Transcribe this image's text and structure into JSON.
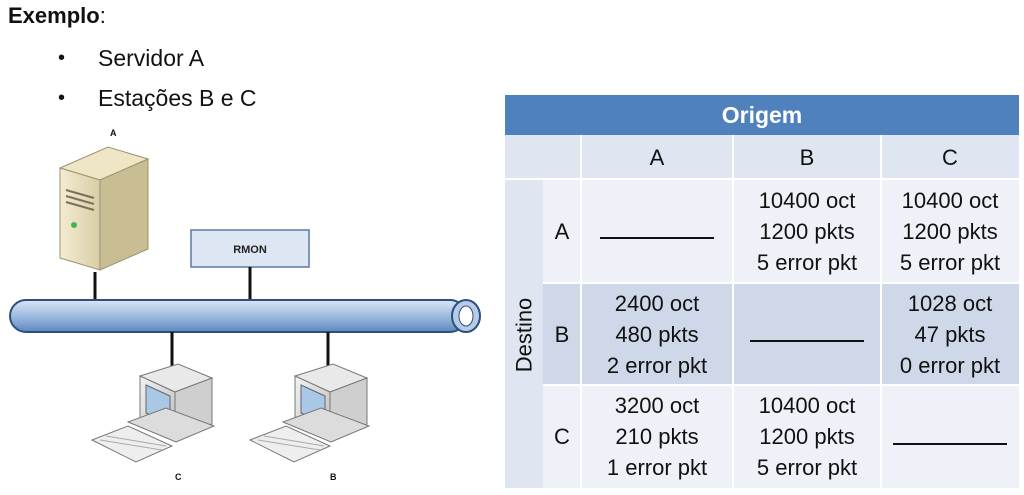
{
  "heading": {
    "label": "Exemplo",
    "suffix": ":"
  },
  "bullets": [
    "Servidor A",
    "Estações B e C"
  ],
  "diagram": {
    "server_label": "A",
    "rmon_label": "RMON",
    "workstation_c_label": "C",
    "workstation_b_label": "B"
  },
  "table": {
    "title": "Origem",
    "side_label": "Destino",
    "col_headers": [
      "A",
      "B",
      "C"
    ],
    "row_headers": [
      "A",
      "B",
      "C"
    ],
    "rows": [
      [
        [],
        [
          "10400 oct",
          "1200 pkts",
          "5 error pkt"
        ],
        [
          "10400 oct",
          "1200 pkts",
          "5 error pkt"
        ]
      ],
      [
        [
          "2400 oct",
          "480 pkts",
          "2 error pkt"
        ],
        [],
        [
          "1028 oct",
          "47 pkts",
          "0 error pkt"
        ]
      ],
      [
        [
          "3200 oct",
          "210 pkts",
          "1 error pkt"
        ],
        [
          "10400 oct",
          "1200 pkts",
          "5 error pkt"
        ],
        []
      ]
    ]
  },
  "colors": {
    "header": "#4f81bd",
    "cell_light": "#dfe6f1",
    "cell_mid": "#cfd8e8",
    "bus": "#8fb0d9"
  }
}
